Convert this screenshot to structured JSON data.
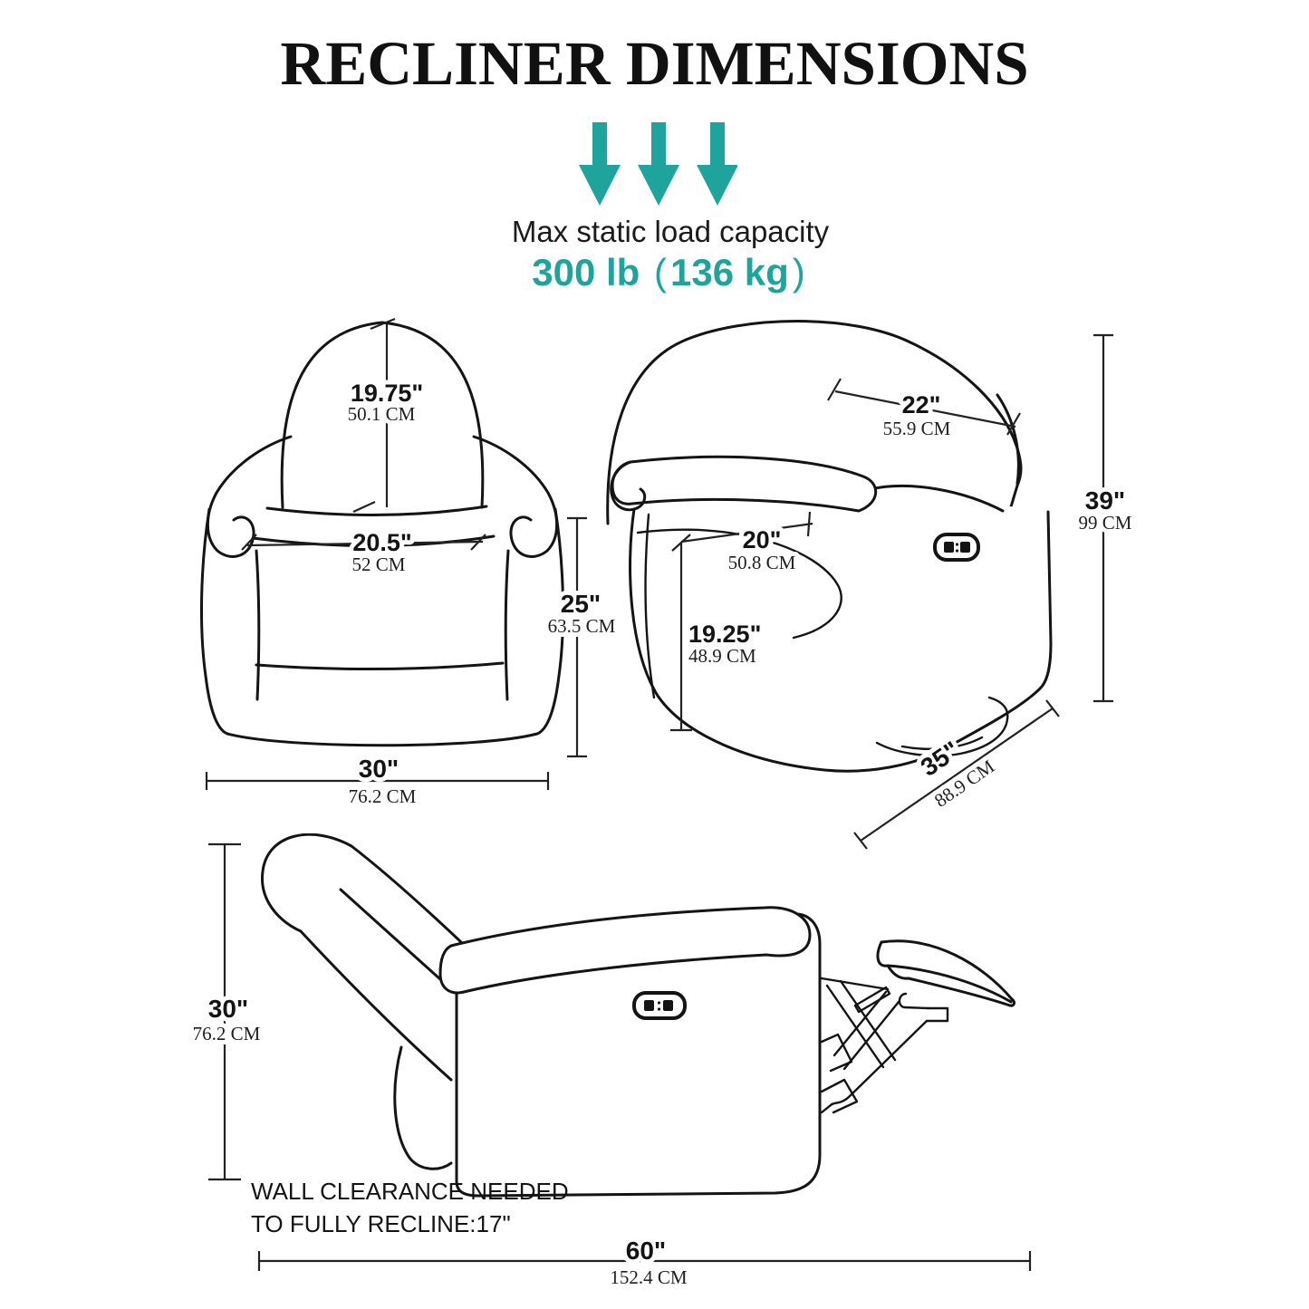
{
  "title": "RECLINER DIMENSIONS",
  "load_capacity": {
    "label": "Max static load capacity",
    "value_lb": "300 lb",
    "paren_open": "(",
    "value_kg": "136 kg",
    "paren_close": ")"
  },
  "front_view": {
    "back_height": {
      "in": "19.75\"",
      "cm": "50.1 CM"
    },
    "seat_width": {
      "in": "20.5\"",
      "cm": "52 CM"
    },
    "arm_height": {
      "in": "25\"",
      "cm": "63.5 CM"
    },
    "overall_width": {
      "in": "30\"",
      "cm": "76.2 CM"
    }
  },
  "side_view": {
    "back_width": {
      "in": "22\"",
      "cm": "55.9 CM"
    },
    "seat_depth": {
      "in": "20\"",
      "cm": "50.8 CM"
    },
    "seat_height": {
      "in": "19.25\"",
      "cm": "48.9 CM"
    },
    "overall_height": {
      "in": "39\"",
      "cm": "99 CM"
    },
    "overall_depth": {
      "in": "35\"",
      "cm": "88.9 CM"
    }
  },
  "reclined_view": {
    "overall_height": {
      "in": "30\"",
      "cm": "76.2 CM"
    },
    "wall_clearance_line1": "WALL CLEARANCE NEEDED",
    "wall_clearance_line2": "TO FULLY RECLINE:17\"",
    "reclined_length": {
      "in": "60\"",
      "cm": "152.4 CM"
    }
  },
  "colors": {
    "accent_teal": "#1FA49D",
    "line_ink": "#141414"
  }
}
